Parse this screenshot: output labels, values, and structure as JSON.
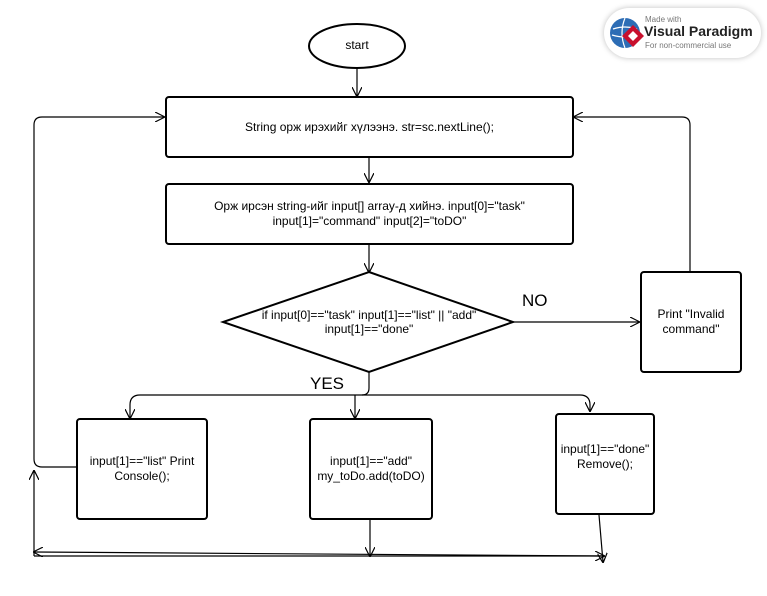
{
  "nodes": {
    "start": "start",
    "read_input": "String орж ирэхийг хүлээнэ. str=sc.nextLine();",
    "split_input": "Орж ирсэн string-ийг input[] array-д хийнэ. input[0]=\"task\" input[1]=\"command\" input[2]=\"toDO\"",
    "decision": "if input[0]==\"task\" input[1]==\"list\" || \"add\" input[1]==\"done\"",
    "invalid": "Print \"Invalid command\"",
    "list_branch": "input[1]==\"list\" Print Console();",
    "add_branch": "input[1]==\"add\" my_toDo.add(toDO)",
    "done_branch": "input[1]==\"done\" Remove();"
  },
  "edge_labels": {
    "no": "NO",
    "yes": "YES"
  },
  "watermark": {
    "made_with": "Made with",
    "brand": "Visual Paradigm",
    "sub": "For non-commercial use"
  },
  "colors": {
    "stroke": "#000000",
    "logo_red": "#c8102e",
    "logo_blue": "#2d6db5"
  }
}
